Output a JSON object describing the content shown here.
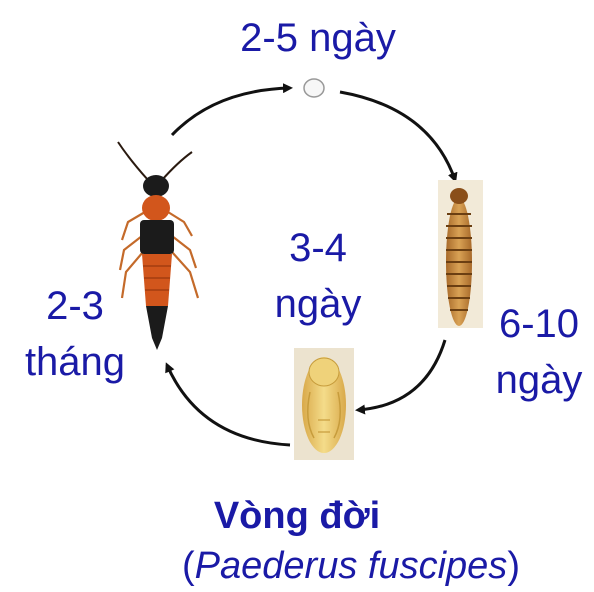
{
  "stages": {
    "egg_duration": "2-5 ngày",
    "larva_duration_line1": "6-10",
    "larva_duration_line2": "ngày",
    "pupa_duration_line1": "3-4",
    "pupa_duration_line2": "ngày",
    "adult_duration_line1": "2-3",
    "adult_duration_line2": "tháng"
  },
  "caption": {
    "title": "Vòng đời",
    "paren_open": "(",
    "scientific_name": "Paederus fuscipes",
    "paren_close": ")"
  },
  "colors": {
    "text": "#1a1aa6",
    "arrow": "#111111",
    "adult_orange": "#d2561c",
    "adult_black": "#1b1b1b",
    "larva": "#c98b3c",
    "pupa": "#e7c46a"
  }
}
